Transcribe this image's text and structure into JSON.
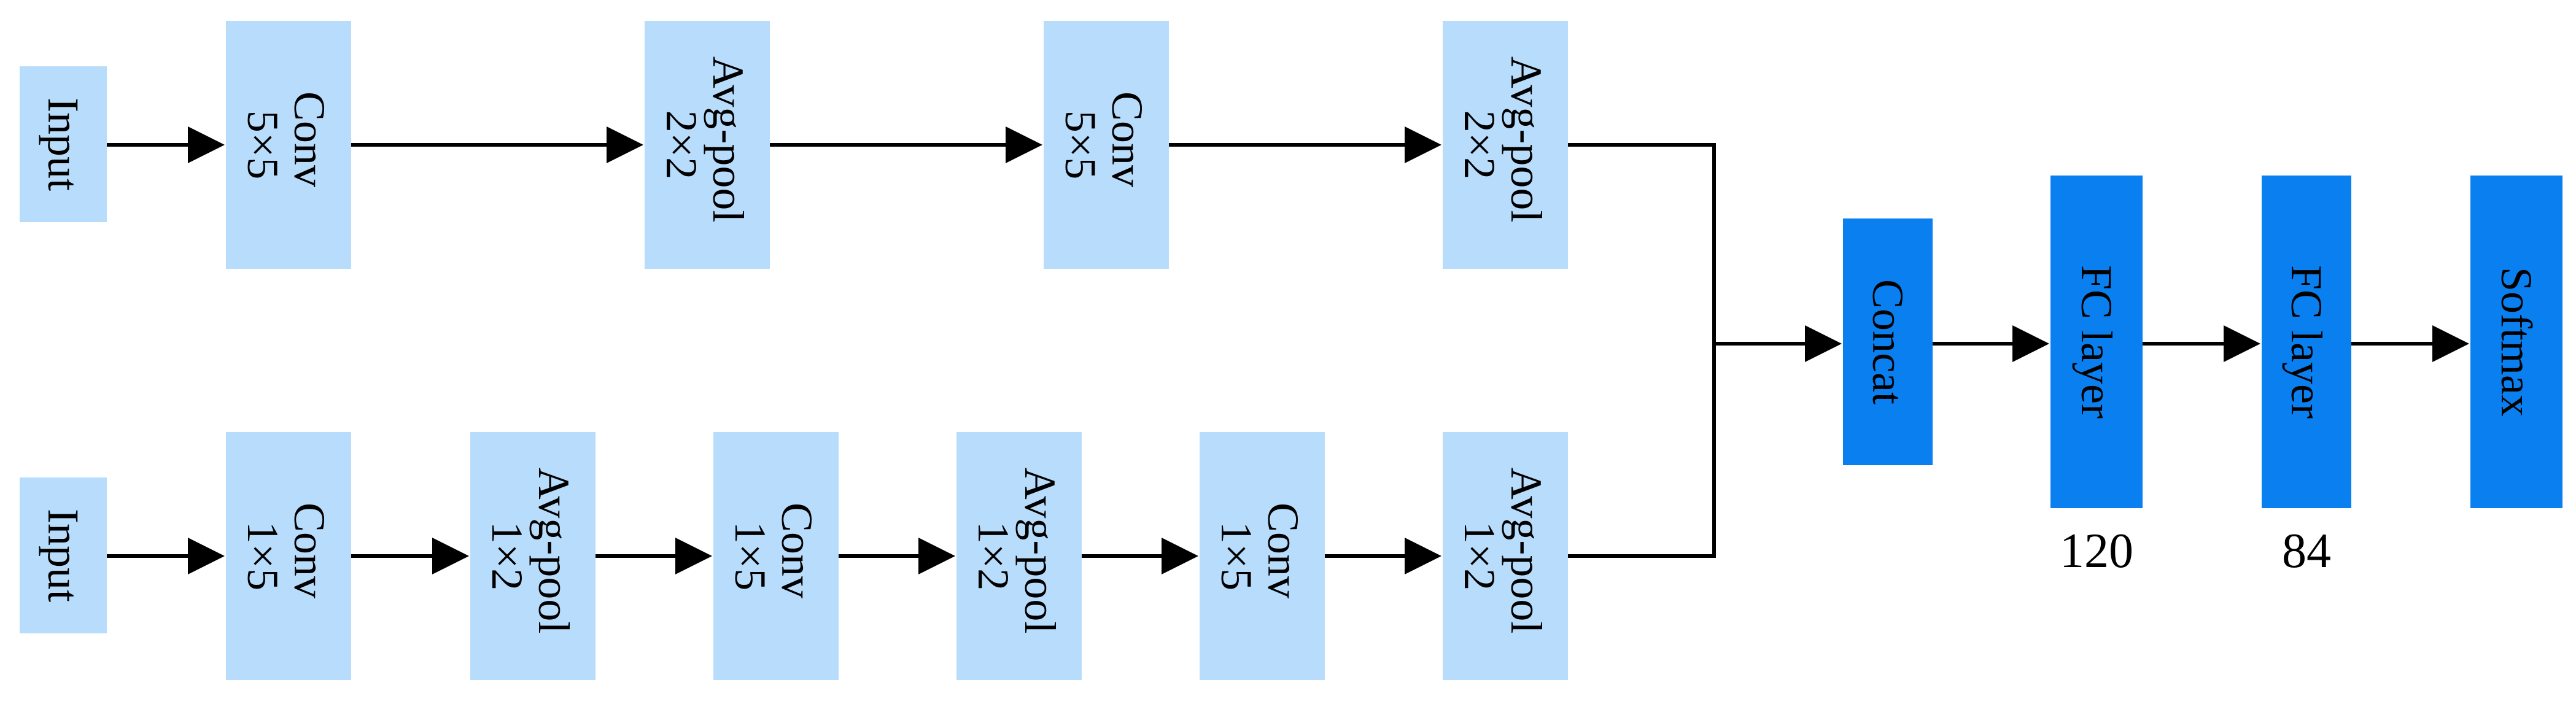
{
  "top_branch": {
    "input": {
      "label": "Input"
    },
    "conv1": {
      "line1": "Conv",
      "line2": "5×5"
    },
    "pool1": {
      "line1": "Avg-pool",
      "line2": "2×2"
    },
    "conv2": {
      "line1": "Conv",
      "line2": "5×5"
    },
    "pool2": {
      "line1": "Avg-pool",
      "line2": "2×2"
    }
  },
  "bottom_branch": {
    "input": {
      "label": "Input"
    },
    "conv1": {
      "line1": "Conv",
      "line2": "1×5"
    },
    "pool1": {
      "line1": "Avg-pool",
      "line2": "1×2"
    },
    "conv2": {
      "line1": "Conv",
      "line2": "1×5"
    },
    "pool2": {
      "line1": "Avg-pool",
      "line2": "1×2"
    },
    "conv3": {
      "line1": "Conv",
      "line2": "1×5"
    },
    "pool3": {
      "line1": "Avg-pool",
      "line2": "1×2"
    }
  },
  "head": {
    "concat": {
      "label": "Concat"
    },
    "fc1": {
      "label": "FC layer",
      "units": "120"
    },
    "fc2": {
      "label": "FC layer",
      "units": "84"
    },
    "softmax": {
      "label": "Softmax"
    }
  },
  "colors": {
    "light_block": "#b8dcfb",
    "dark_block": "#0a7ff0",
    "lines": "#000000"
  }
}
